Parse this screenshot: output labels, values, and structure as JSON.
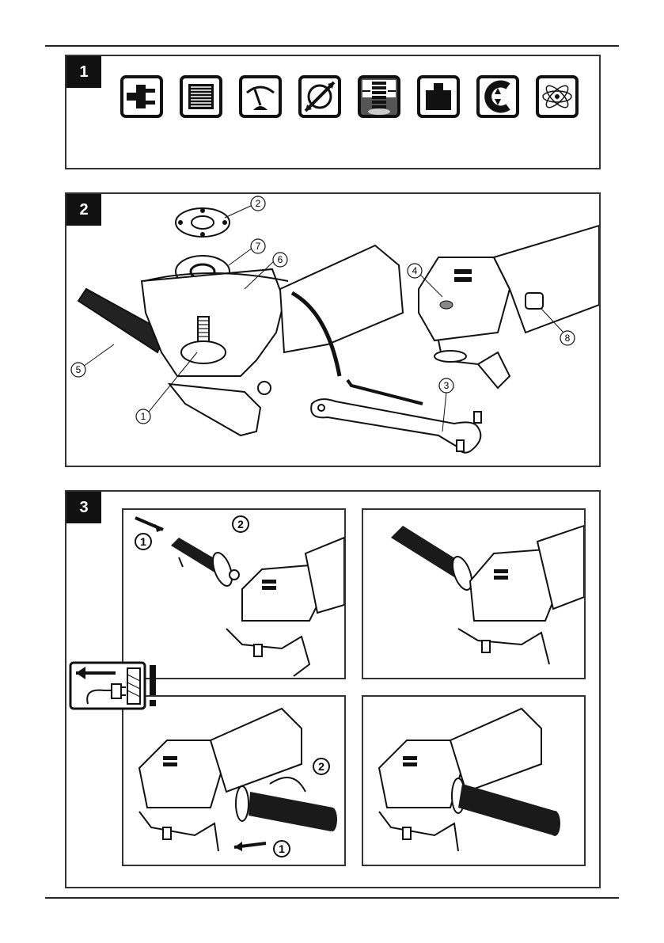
{
  "sections": {
    "s1": {
      "number": "1"
    },
    "s2": {
      "number": "2"
    },
    "s3": {
      "number": "3"
    }
  },
  "icons": [
    "plug-icon",
    "motor-winding-icon",
    "speed-gauge-icon",
    "disc-diameter-icon",
    "spindle-thread-icon",
    "weight-icon",
    "protection-class-icon",
    "vibration-icon"
  ],
  "callouts": {
    "flange_nut": "2",
    "support_flange": "7",
    "guard": "6",
    "spindle_lock": "4",
    "side_handle": "5",
    "spindle": "1",
    "switch": "8",
    "spanner": "3"
  },
  "steps": {
    "a1": "1",
    "a2": "2",
    "c1": "1",
    "c2": "2"
  },
  "colors": {
    "ink": "#111111",
    "frame": "#333333",
    "handle": "#1a1a1a"
  }
}
